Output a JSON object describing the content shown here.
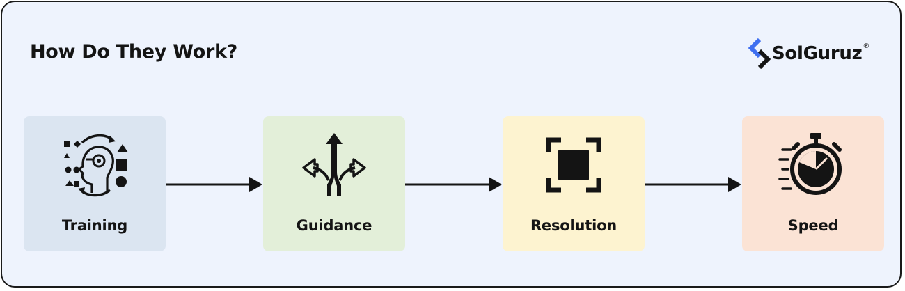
{
  "title": "How Do They Work?",
  "logo": {
    "text": "SolGuruz",
    "registered": "®",
    "colors": {
      "primary": "#3f6ff0",
      "secondary": "#141414"
    }
  },
  "steps": [
    {
      "label": "Training",
      "icon": "ai-head-learning-icon",
      "color": "#dbe5f1"
    },
    {
      "label": "Guidance",
      "icon": "split-arrows-icon",
      "color": "#e3efd9"
    },
    {
      "label": "Resolution",
      "icon": "focus-square-icon",
      "color": "#fdf3d0"
    },
    {
      "label": "Speed",
      "icon": "stopwatch-icon",
      "color": "#fbe3d5"
    }
  ]
}
